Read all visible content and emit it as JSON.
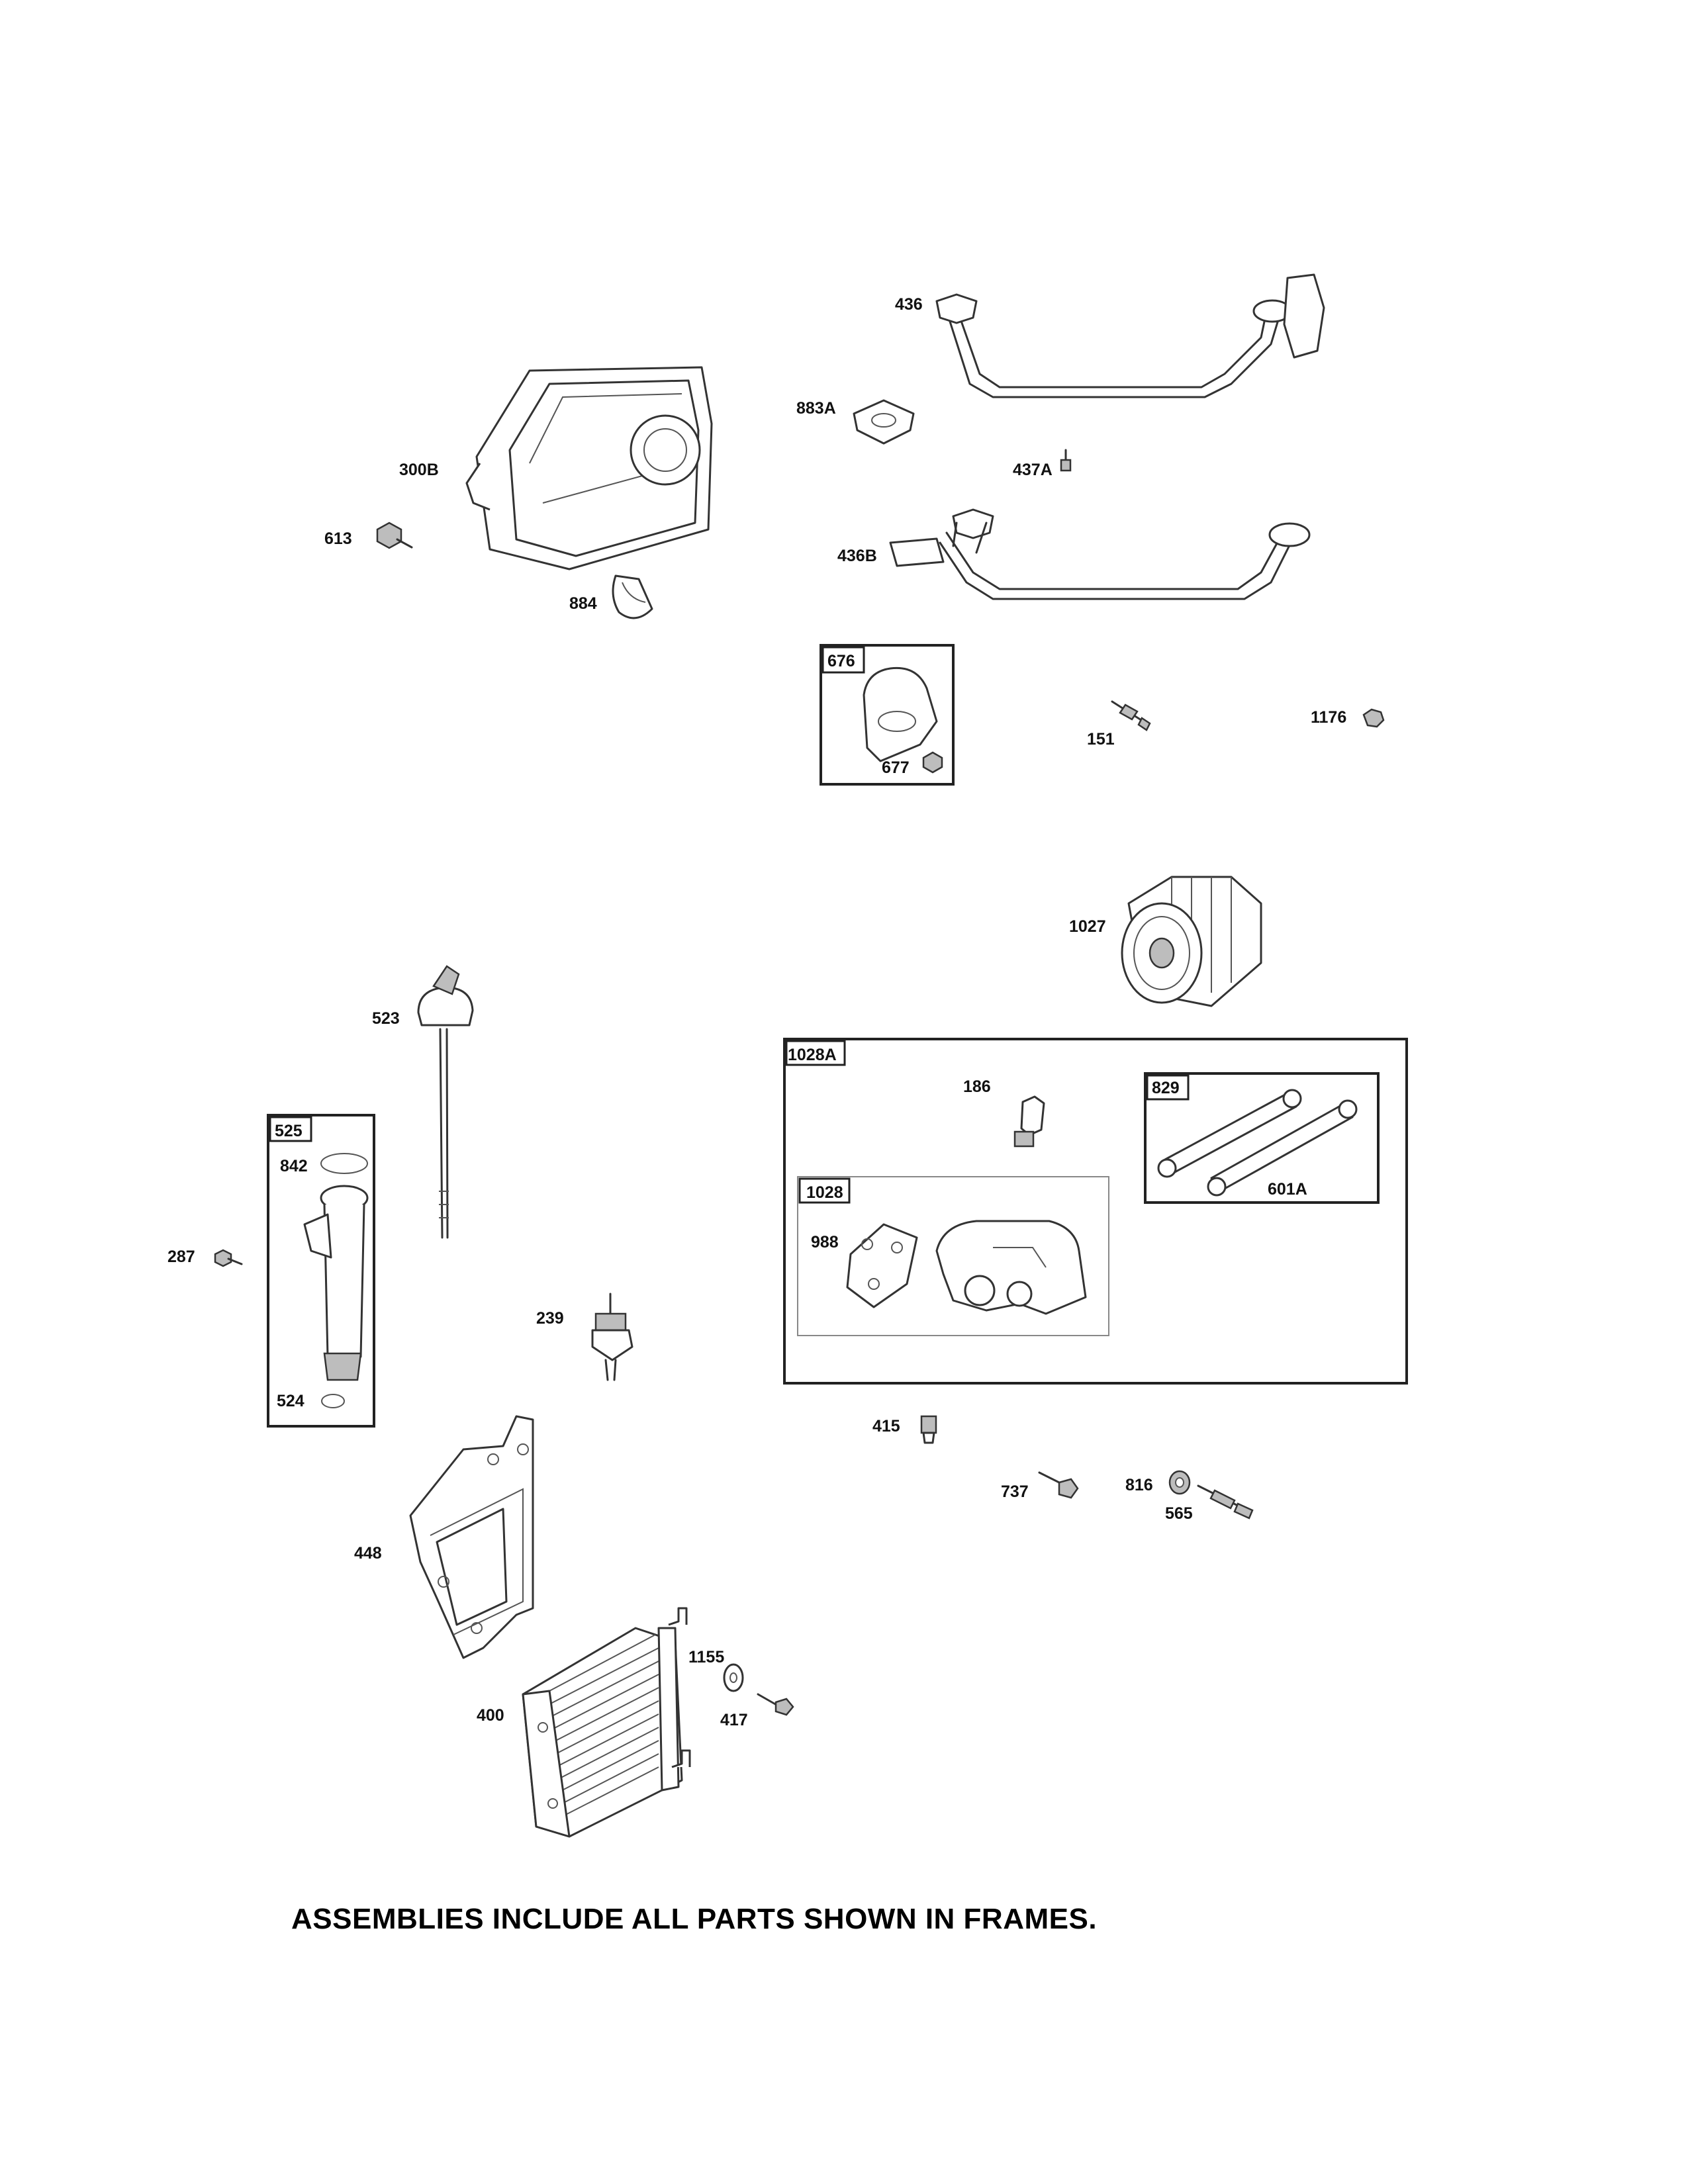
{
  "footer_note": "ASSEMBLIES INCLUDE ALL PARTS SHOWN IN FRAMES.",
  "frames": {
    "f676": "676",
    "f525": "525",
    "f1028A": "1028A",
    "f829": "829",
    "f1028": "1028"
  },
  "parts": {
    "p300B": "300B",
    "p613": "613",
    "p884": "884",
    "p436": "436",
    "p883A": "883A",
    "p437A": "437A",
    "p436B": "436B",
    "p677": "677",
    "p151": "151",
    "p1176": "1176",
    "p1027": "1027",
    "p523": "523",
    "p842": "842",
    "p287": "287",
    "p524": "524",
    "p239": "239",
    "p186": "186",
    "p601A": "601A",
    "p988": "988",
    "p415": "415",
    "p737": "737",
    "p816": "816",
    "p565": "565",
    "p448": "448",
    "p1155": "1155",
    "p417": "417",
    "p400": "400"
  }
}
